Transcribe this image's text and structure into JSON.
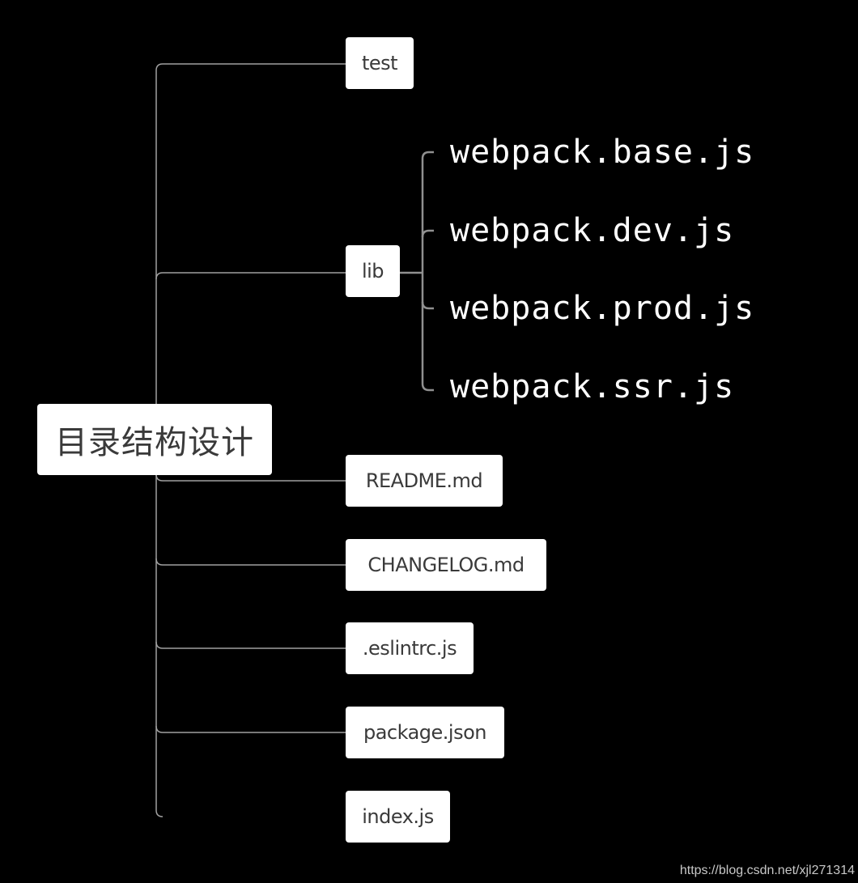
{
  "root": {
    "label": "目录结构设计"
  },
  "children": {
    "test": "test",
    "lib": "lib",
    "readme": "README.md",
    "changelog": "CHANGELOG.md",
    "eslintrc": ".eslintrc.js",
    "package_json": "package.json",
    "index_js": "index.js"
  },
  "lib_children": [
    "webpack.base.js",
    "webpack.dev.js",
    "webpack.prod.js",
    "webpack.ssr.js"
  ],
  "watermark": "https://blog.csdn.net/xjl271314",
  "colors": {
    "background": "#000000",
    "node_fill": "#ffffff",
    "node_text": "#3a3a3a",
    "connector": "#a0a0a0",
    "lib_connector": "#909090",
    "leaf_text": "#ffffff"
  }
}
